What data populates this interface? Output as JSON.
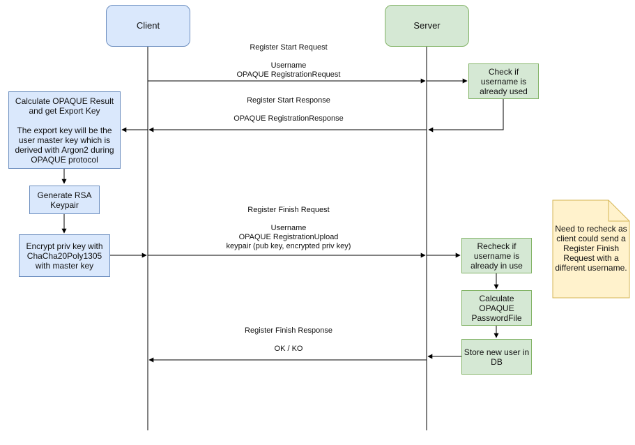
{
  "diagram": {
    "actors": {
      "client": "Client",
      "server": "Server"
    },
    "messages": {
      "start_request": "Register Start Request\n\nUsername\nOPAQUE RegistrationRequest",
      "start_response": "Register Start Response\n\nOPAQUE RegistrationResponse",
      "finish_request": "Register Finish Request\n\nUsername\nOPAQUE RegistrationUpload\nkeypair (pub key, encrypted priv key)",
      "finish_response": "Register Finish Response\n\nOK / KO"
    },
    "client_steps": {
      "calc_result": "Calculate OPAQUE Result\nand get Export Key\n\nThe export key will be the\nuser master key which is\nderived with Argon2 during\nOPAQUE protocol",
      "gen_rsa": "Generate RSA\nKeypair",
      "encrypt_key": "Encrypt priv key with\nChaCha20Poly1305\nwith master key"
    },
    "server_steps": {
      "check_username": "Check if\nusername is\nalready used",
      "recheck_username": "Recheck if\nusername is\nalready in use",
      "calc_passwordfile": "Calculate\nOPAQUE\nPasswordFile",
      "store_user": "Store new user in\nDB"
    },
    "note": "Need to recheck as\nclient could send a\nRegister Finish\nRequest with a\ndifferent username.",
    "colors": {
      "client_fill": "#dae8fc",
      "client_stroke": "#6c8ebf",
      "server_fill": "#d5e8d4",
      "server_stroke": "#82b366",
      "note_fill": "#fff2cc",
      "note_stroke": "#d6b656"
    }
  }
}
